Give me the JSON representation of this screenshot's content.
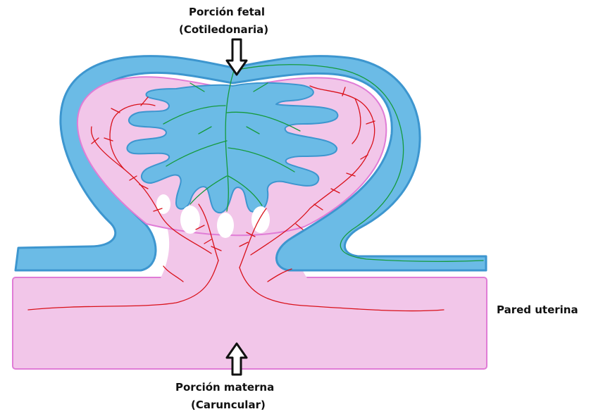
{
  "labels": {
    "fetal_line1": "Porción fetal",
    "fetal_line2": "(Cotiledonaria)",
    "maternal_line1": "Porción materna",
    "maternal_line2": "(Caruncular)",
    "uterine_wall": "Pared uterina"
  },
  "colors": {
    "fetal_tissue": "#6bbbe6",
    "fetal_outline": "#3d96cf",
    "maternal_tissue": "#f2c6e9",
    "maternal_outline": "#e07cd6",
    "maternal_vessels": "#d9111a",
    "fetal_vessels": "#159a3c",
    "arrows": "#111111"
  },
  "icons": {
    "fetal_arrow": "down-arrow-icon",
    "maternal_arrow": "up-arrow-icon"
  }
}
